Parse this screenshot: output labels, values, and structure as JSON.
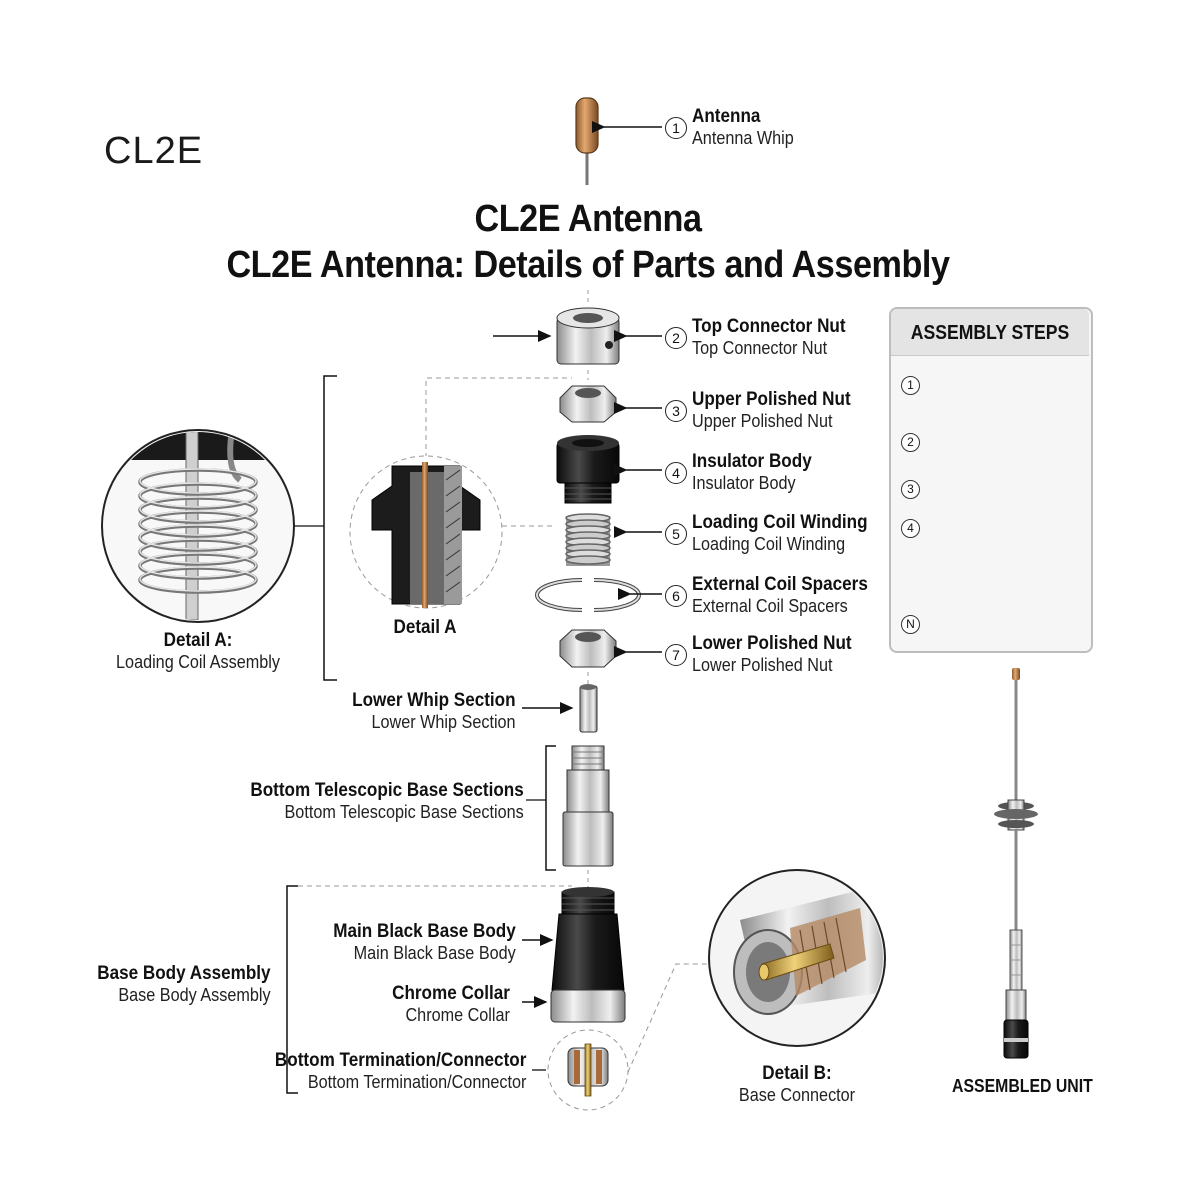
{
  "logo": "CL2E",
  "title_line1": "CL2E Antenna",
  "title_line2": "CL2E Antenna: Details of Parts and Assembly",
  "parts": [
    {
      "num": "1",
      "name": "Antenna",
      "sub": "Antenna Whip"
    },
    {
      "num": "2",
      "name": "Top Connector Nut",
      "sub": "Top Connector Nut"
    },
    {
      "num": "3",
      "name": "Upper Polished Nut",
      "sub": "Upper Polished Nut"
    },
    {
      "num": "4",
      "name": "Insulator Body",
      "sub": "Insulator Body"
    },
    {
      "num": "5",
      "name": "Loading Coil Winding",
      "sub": "Loading Coil Winding"
    },
    {
      "num": "6",
      "name": "External Coil Spacers",
      "sub": "External Coil Spacers"
    },
    {
      "num": "7",
      "name": "Lower Polished Nut",
      "sub": "Lower Polished Nut"
    }
  ],
  "lower_whip": {
    "name": "Lower Whip Section",
    "sub": "Lower Whip Section"
  },
  "telescopic": {
    "name": "Bottom Telescopic Base Sections",
    "sub": "Bottom Telescopic Base Sections"
  },
  "main_black": {
    "name": "Main Black Base Body",
    "sub": "Main Black Base Body"
  },
  "chrome_collar": {
    "name": "Chrome Collar",
    "sub": "Chrome Collar"
  },
  "bottom_term": {
    "name": "Bottom Termination/Connector",
    "sub": "Bottom Termination/Connector"
  },
  "base_assembly": {
    "name": "Base Body Assembly",
    "sub": "Base Body Assembly"
  },
  "detail_a_left": {
    "name": "Detail A:",
    "sub": "Loading Coil Assembly"
  },
  "detail_a_mid": "Detail A",
  "detail_b": {
    "name": "Detail B:",
    "sub": "Base Connector"
  },
  "assembly_steps": {
    "title": "ASSEMBLY STEPS",
    "steps": [
      "1",
      "2",
      "3",
      "4",
      "N"
    ]
  },
  "assembled_unit": "ASSEMBLED UNIT",
  "colors": {
    "copper": "#c98a52",
    "black_part": "#1e1e1e",
    "chrome": "#c9c9c9",
    "brass": "#c8a24a"
  }
}
